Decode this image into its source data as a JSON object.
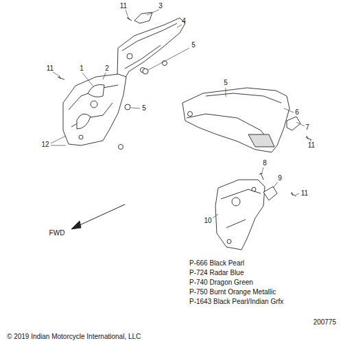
{
  "diagram": {
    "labels": [
      "11",
      "3",
      "4",
      "5",
      "11",
      "1",
      "2",
      "5",
      "12",
      "5",
      "6",
      "7",
      "11",
      "8",
      "9",
      "11",
      "10",
      "FWD",
      "P-666 Black Pearl",
      "P-724 Radar Blue",
      "P-740 Dragon Green",
      "P-750 Burnt Orange Metallic",
      "P-1643 Black Pearl/Indian Grfx",
      "200775",
      "© 2019 Indian Motorcycle International, LLC"
    ]
  }
}
